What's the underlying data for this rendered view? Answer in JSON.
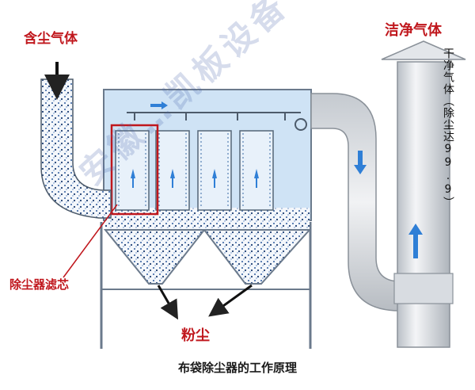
{
  "labels": {
    "inlet": "含尘气体",
    "outlet": "洁净气体",
    "clean": "干净气体（除尘达99.9）",
    "filter": "除尘器滤芯",
    "dust": "粉尘",
    "caption": "布袋除尘器的工作原理"
  },
  "watermark": "安徽…凯板设备",
  "colors": {
    "label_red": "#c0171d",
    "arrow_blue": "#2f7fd6",
    "box_fill": "#cfe3f5",
    "duct": "#e3e6ea",
    "frame": "#6b7a8c"
  }
}
